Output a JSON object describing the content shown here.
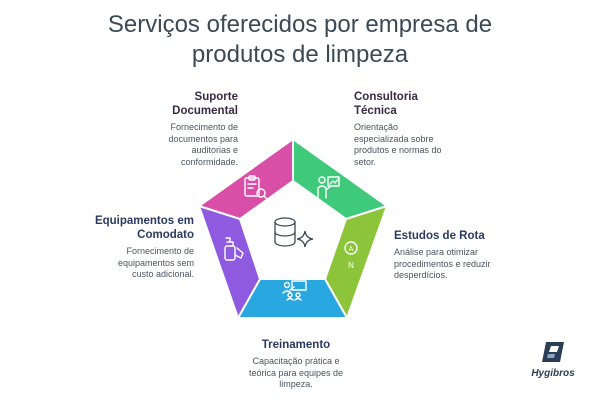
{
  "title": {
    "line1": "Serviços oferecidos por empresa de",
    "line2": "produtos de limpeza"
  },
  "colors": {
    "suporte": "#d94ea6",
    "consultoria": "#3fc97a",
    "estudos": "#8cc43a",
    "treinamento": "#29a7e0",
    "equipamentos": "#8e5ae0",
    "center": "#ffffff"
  },
  "services": {
    "suporte": {
      "title_l1": "Suporte",
      "title_l2": "Documental",
      "desc_l1": "Fornecimento de",
      "desc_l2": "documentos para",
      "desc_l3": "auditorias e",
      "desc_l4": "conformidade.",
      "icon": "clipboard-search-icon"
    },
    "consultoria": {
      "title_l1": "Consultoria",
      "title_l2": "Técnica",
      "desc_l1": "Orientação",
      "desc_l2": "especializada sobre",
      "desc_l3": "produtos e normas do",
      "desc_l4": "setor.",
      "icon": "presenter-chart-icon"
    },
    "estudos": {
      "title_l1": "Estudos de Rota",
      "desc_l1": "Análise para otimizar",
      "desc_l2": "procedimentos e reduzir",
      "desc_l3": "desperdícios.",
      "icon": "compass-icon",
      "icon_letter_top": "A",
      "icon_letter_bottom": "N"
    },
    "treinamento": {
      "title_l1": "Treinamento",
      "desc_l1": "Capacitação prática e",
      "desc_l2": "teórica para equipes de",
      "desc_l3": "limpeza.",
      "icon": "classroom-icon"
    },
    "equipamentos": {
      "title_l1": "Equipamentos em",
      "title_l2": "Comodato",
      "desc_l1": "Fornecimento de",
      "desc_l2": "equipamentos sem",
      "desc_l3": "custo adicional.",
      "icon": "spray-bottle-icon"
    }
  },
  "center_icon": "database-sparkle-icon",
  "logo": {
    "text": "Hygibros",
    "icon": "hygibros-logo-icon"
  }
}
